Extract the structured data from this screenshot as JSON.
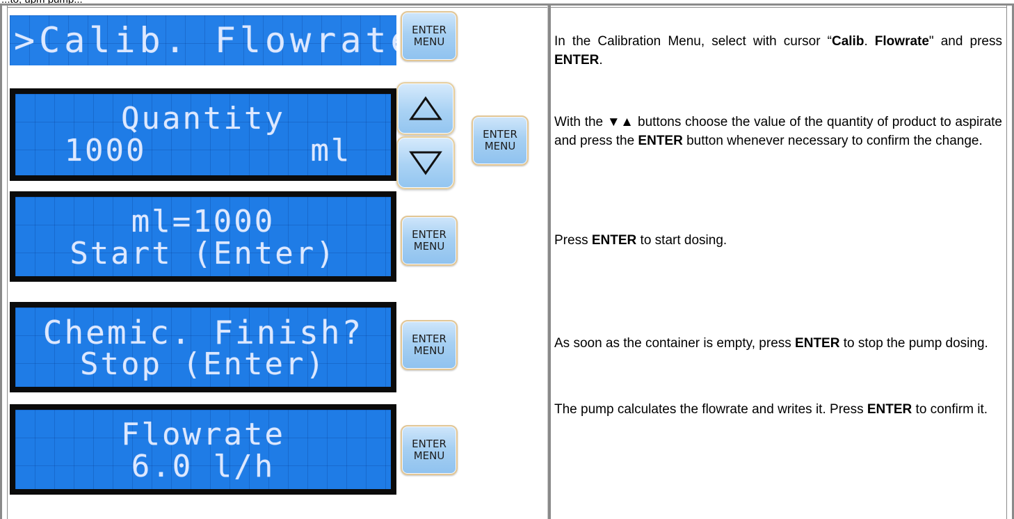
{
  "top_text": "...to; upm pump...",
  "steps": [
    {
      "lcd": [
        ">Calib. Flowrate"
      ],
      "button": {
        "line1": "ENTER",
        "line2": "MENU"
      },
      "desc": {
        "p1": "In the Calibration Menu, select with cursor “",
        "b1": "Calib",
        "p2": ". ",
        "b2": "Flowrate",
        "p3": "\" and press ",
        "b3": "ENTER",
        "p4": "."
      }
    },
    {
      "lcd": [
        "Quantity",
        "1000        ml"
      ],
      "button": {
        "line1": "ENTER",
        "line2": "MENU"
      },
      "arrows": [
        "up-arrow",
        "down-arrow"
      ],
      "desc": {
        "p1": "With the ▼▲ buttons choose the value of the quantity of product to aspirate and press the ",
        "b1": "ENTER",
        "p2": " button whenever necessary to confirm the change."
      }
    },
    {
      "lcd": [
        "ml=1000",
        "Start (Enter)"
      ],
      "button": {
        "line1": "ENTER",
        "line2": "MENU"
      },
      "desc": {
        "p1": "Press ",
        "b1": "ENTER",
        "p2": " to start dosing."
      }
    },
    {
      "lcd": [
        "Chemic. Finish?",
        "Stop (Enter)"
      ],
      "button": {
        "line1": "ENTER",
        "line2": "MENU"
      },
      "desc": {
        "p1": "As soon as the container is empty, press ",
        "b1": "ENTER",
        "p2": " to stop the pump dosing."
      }
    },
    {
      "lcd": [
        "Flowrate",
        "6.0 l/h"
      ],
      "button": {
        "line1": "ENTER",
        "line2": "MENU"
      },
      "desc": {
        "p1": "The pump calculates the flowrate and writes it. Press ",
        "b1": "ENTER",
        "p2": " to confirm it."
      }
    }
  ],
  "colors": {
    "lcd_bg": "#1f7ce6",
    "lcd_text": "#dde8ff",
    "frame": "#8a8a8a"
  }
}
